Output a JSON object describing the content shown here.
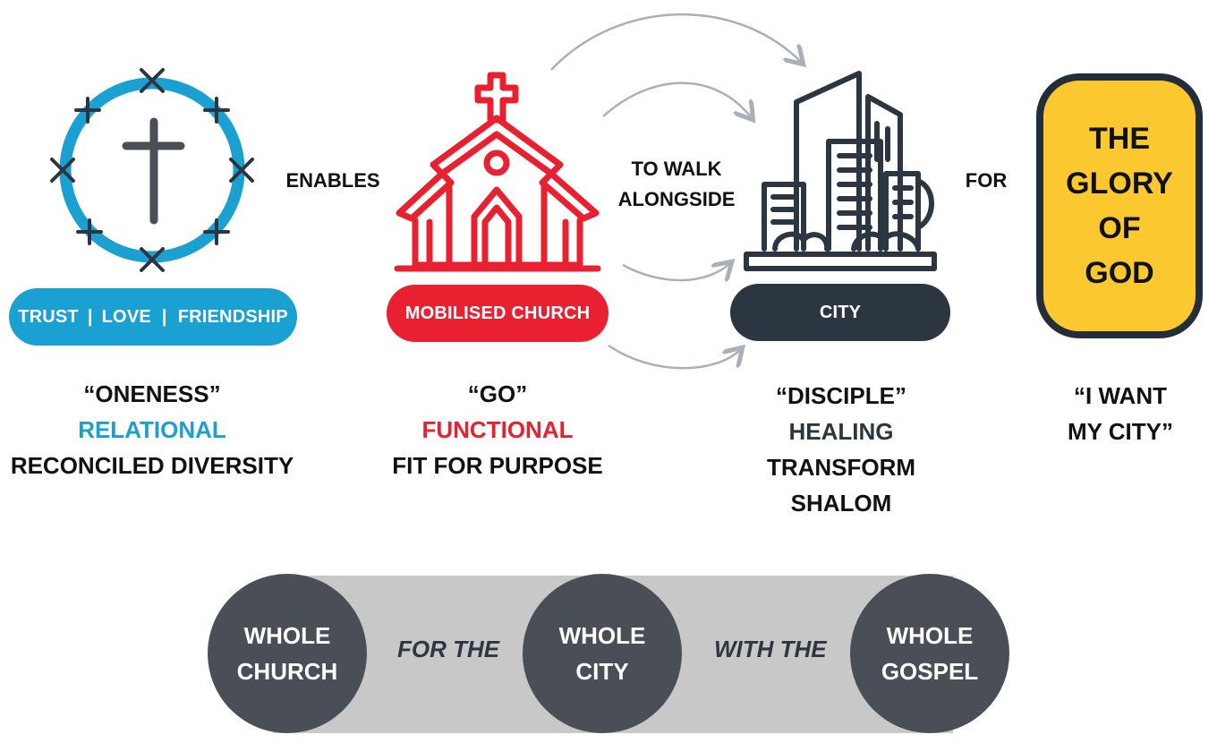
{
  "colors": {
    "blue": "#1ba0d2",
    "red": "#e8202f",
    "dark": "#2c3640",
    "gold": "#fbc82f",
    "circle_grey": "#4a4e57",
    "band_grey": "#c8c8c8",
    "arrow_grey": "#a9b0b7"
  },
  "icons": [
    "cross-ring-icon",
    "church-icon",
    "city-skyline-icon"
  ],
  "connectors": {
    "enables": "ENABLES",
    "walk_line1": "TO WALK",
    "walk_line2": "ALONGSIDE",
    "for": "FOR"
  },
  "pills": {
    "trust": "TRUST",
    "love": "LOVE",
    "friendship": "FRIENDSHIP",
    "church": "MOBILISED CHURCH",
    "city": "CITY"
  },
  "glory": {
    "line1": "THE",
    "line2": "GLORY",
    "line3": "OF",
    "line4": "GOD"
  },
  "columns": {
    "oneness": {
      "quote": "“ONENESS”",
      "keyword": "RELATIONAL",
      "line3": "RECONCILED DIVERSITY"
    },
    "go": {
      "quote": "“GO”",
      "keyword": "FUNCTIONAL",
      "line3": "FIT FOR PURPOSE"
    },
    "disciple": {
      "quote": "“DISCIPLE”",
      "keyword": "HEALING",
      "line3": "TRANSFORM",
      "line4": "SHALOM"
    },
    "want": {
      "line1": "“I WANT",
      "line2": "MY CITY”"
    }
  },
  "bottom": {
    "whole_church_1": "WHOLE",
    "whole_church_2": "CHURCH",
    "for_the": "FOR THE",
    "whole_city_1": "WHOLE",
    "whole_city_2": "CITY",
    "with_the": "WITH THE",
    "whole_gospel_1": "WHOLE",
    "whole_gospel_2": "GOSPEL"
  }
}
